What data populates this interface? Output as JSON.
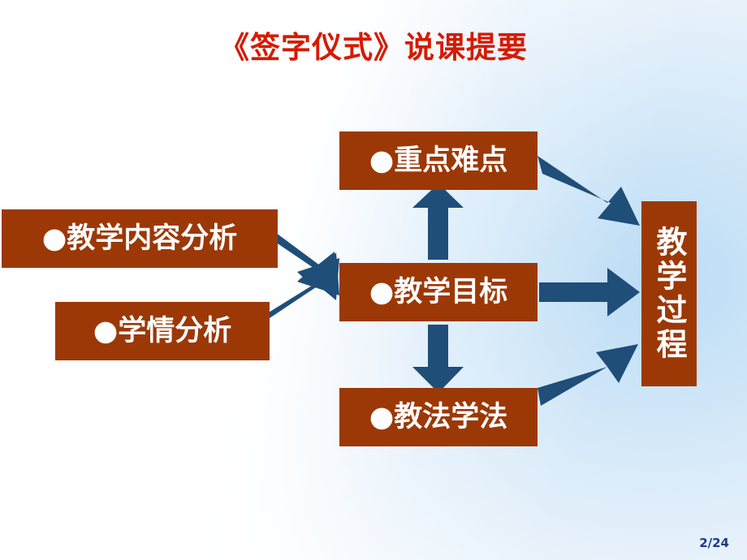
{
  "slide": {
    "title": "《签字仪式》说课提要",
    "title_color": "#d61a00",
    "node_color": "#9c3806",
    "arrow_color": "#1f4e79",
    "page_number": "2/24"
  },
  "nodes": {
    "content_analysis": "●教学内容分析",
    "student_analysis": "●学情分析",
    "key_difficulty": "●重点难点",
    "teaching_goal": "●教学目标",
    "teaching_method": "●教法学法",
    "teaching_process": "教学过程"
  },
  "arrows": [
    {
      "name": "content-to-goal",
      "from": "content_analysis",
      "to": "teaching_goal"
    },
    {
      "name": "student-to-goal",
      "from": "student_analysis",
      "to": "teaching_goal"
    },
    {
      "name": "goal-to-focus",
      "from": "teaching_goal",
      "to": "key_difficulty"
    },
    {
      "name": "goal-to-method",
      "from": "teaching_goal",
      "to": "teaching_method"
    },
    {
      "name": "focus-to-process",
      "from": "key_difficulty",
      "to": "teaching_process"
    },
    {
      "name": "goal-to-process",
      "from": "teaching_goal",
      "to": "teaching_process"
    },
    {
      "name": "method-to-process",
      "from": "teaching_method",
      "to": "teaching_process"
    }
  ]
}
